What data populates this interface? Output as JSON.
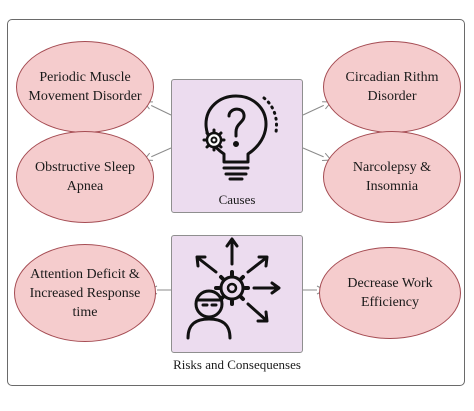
{
  "top_text": "",
  "diagram": {
    "causes_panel": {
      "caption": "Causes"
    },
    "risks_panel": {
      "caption": "Risks and Consequenses"
    },
    "cause_ovals": [
      {
        "line1": "Periodic Muscle",
        "line2": "Movement Disorder"
      },
      {
        "line1": "Circadian Rithm",
        "line2": "Disorder"
      },
      {
        "line1": "Obstructive Sleep",
        "line2": "Apnea"
      },
      {
        "line1": "Narcolepsy &",
        "line2": "Insomnia"
      }
    ],
    "risk_ovals": [
      {
        "line1": "Attention Deficit &",
        "line2": "Increased Response",
        "line3": "time"
      },
      {
        "line1": "Decrease Work",
        "line2": "Efficiency"
      }
    ]
  },
  "bottom_caption": {
    "label": "",
    "text": ""
  },
  "colors": {
    "oval_fill": "#f5cccd",
    "oval_border": "#a54c53",
    "panel_fill": "#ecdcef",
    "connector": "#8b8b8b",
    "icon_stroke": "#111111"
  },
  "icons": [
    "lightbulb-question-icon",
    "person-gear-arrows-icon"
  ]
}
